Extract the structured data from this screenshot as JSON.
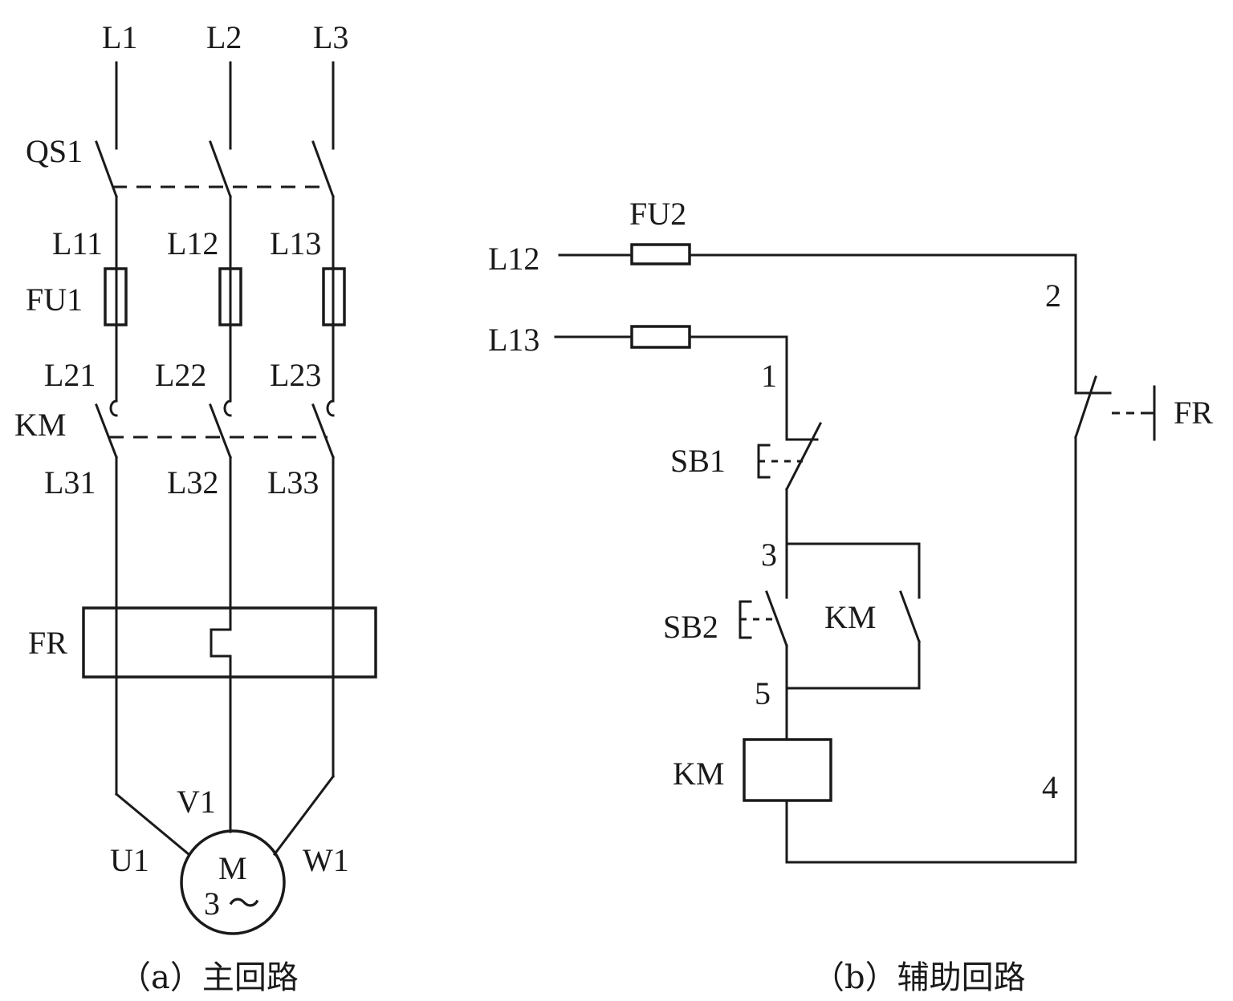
{
  "main_circuit": {
    "supply": [
      "L1",
      "L2",
      "L3"
    ],
    "switch": "QS1",
    "after_switch": [
      "L11",
      "L12",
      "L13"
    ],
    "fuse": "FU1",
    "after_fuse": [
      "L21",
      "L22",
      "L23"
    ],
    "contactor": "KM",
    "after_contactor": [
      "L31",
      "L32",
      "L33"
    ],
    "relay": "FR",
    "motor_leads": [
      "U1",
      "V1",
      "W1"
    ],
    "motor_symbol": "M",
    "motor_phase": "3 ～",
    "caption": "（a）主回路"
  },
  "aux_circuit": {
    "line_a": "L12",
    "line_b": "L13",
    "fuse": "FU2",
    "nodes": [
      "1",
      "2",
      "3",
      "4",
      "5"
    ],
    "stop_button": "SB1",
    "start_button": "SB2",
    "hold_contact": "KM",
    "relay_contact": "FR",
    "coil": "KM",
    "caption": "（b）辅助回路"
  }
}
